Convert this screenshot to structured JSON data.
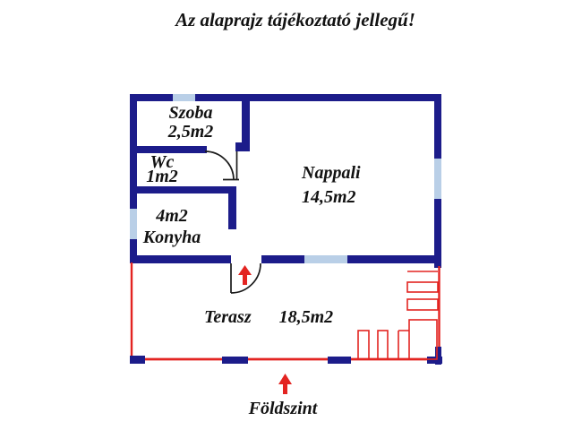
{
  "title": "Az alaprajz tájékoztató jellegű!",
  "rooms": {
    "szoba": {
      "name": "Szoba",
      "area": "2,5m2"
    },
    "wc": {
      "name": "Wc",
      "area": "1m2"
    },
    "konyha": {
      "name": "Konyha",
      "area": "4m2"
    },
    "nappali": {
      "name": "Nappali",
      "area": "14,5m2"
    },
    "terasz": {
      "name": "Terasz",
      "area": "18,5m2"
    }
  },
  "footer": {
    "label": "Földszint"
  },
  "icons": {
    "entrance_arrow": "up-arrow",
    "footer_arrow": "up-arrow"
  },
  "colors": {
    "wall": "#1c1c8a",
    "window": "#b9cfe7",
    "terrace": "#e32421",
    "arrow": "#e32421",
    "door": "#1a1a1a",
    "text": "#121212",
    "background": "#ffffff"
  }
}
